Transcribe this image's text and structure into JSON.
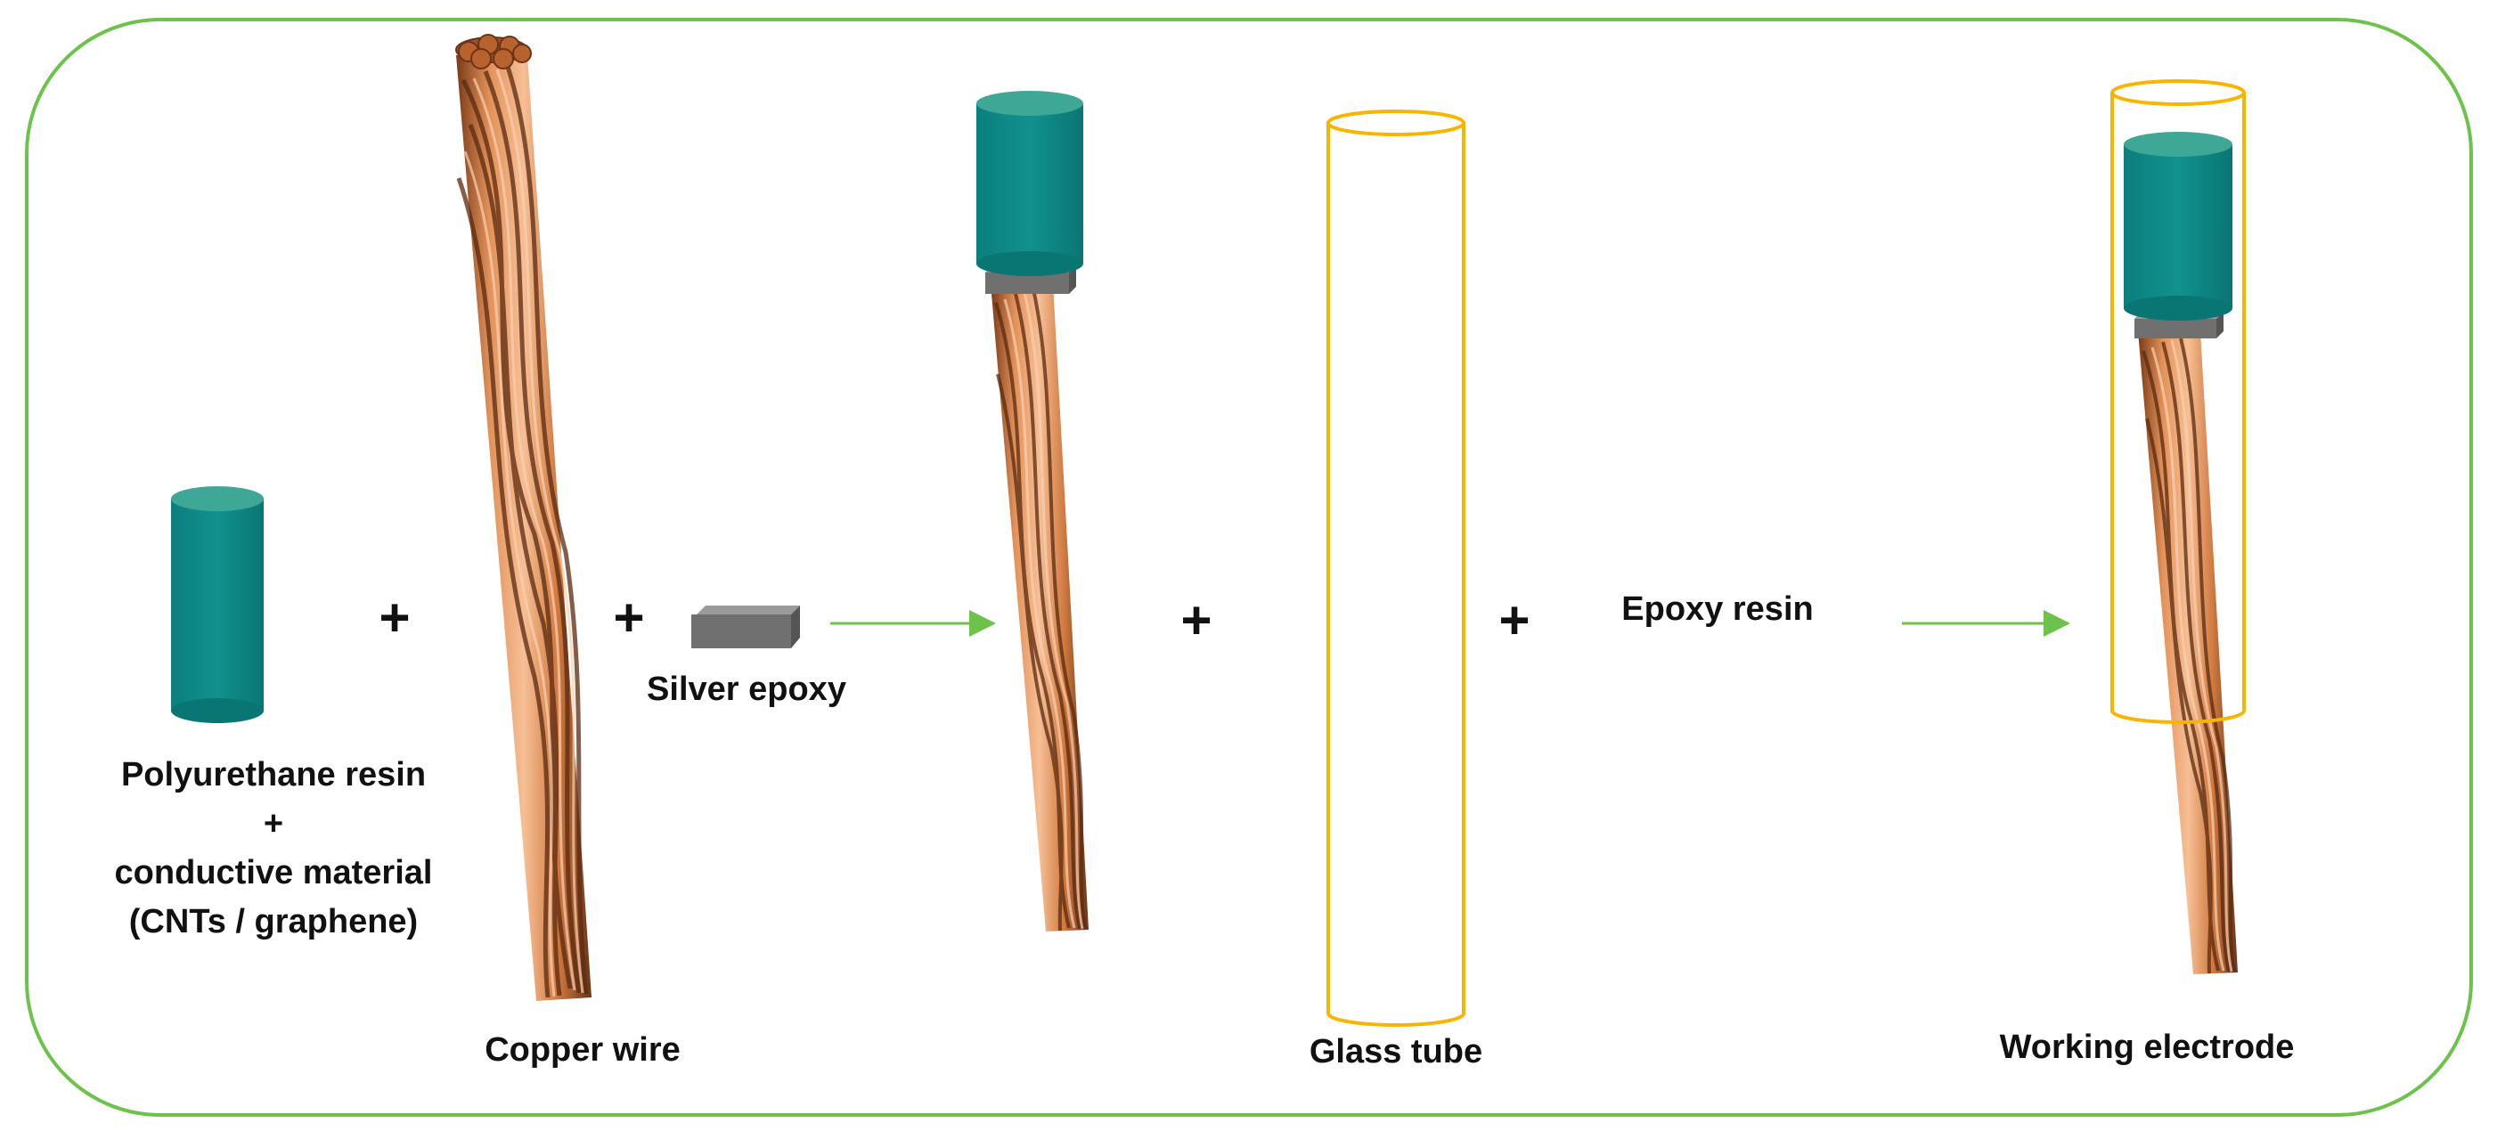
{
  "colors": {
    "border": "#6cc24a",
    "resin": "#0f8c8a",
    "resin_top": "#3ea796",
    "copper": "#c8763a",
    "copper_dark": "#6b3418",
    "copper_light": "#f3b286",
    "glass": "#f7b500",
    "silver": "#7a7a7a",
    "arrow": "#6cc24a"
  },
  "labels": {
    "polyurethane": [
      "Polyurethane resin",
      "+",
      "conductive material",
      "(CNTs / graphene)"
    ],
    "copper_wire": "Copper wire",
    "silver_epoxy": "Silver epoxy",
    "glass_tube": "Glass tube",
    "epoxy_resin": "Epoxy resin",
    "working_electrode": "Working electrode"
  },
  "operators": {
    "plus": "+"
  },
  "icons": [
    "resin-cylinder-icon",
    "copper-wire-icon",
    "silver-epoxy-block-icon",
    "glass-tube-icon",
    "arrow-icon"
  ]
}
